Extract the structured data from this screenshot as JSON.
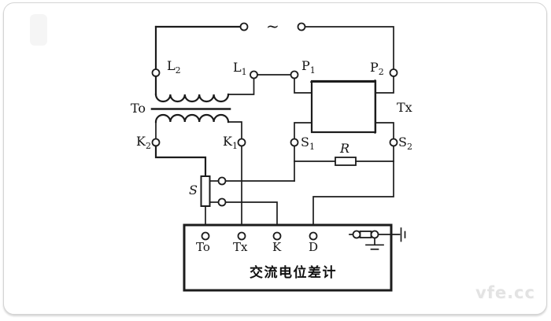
{
  "ac_source": {
    "symbol": "~"
  },
  "labels": {
    "l2": {
      "main": "L",
      "sub": "2"
    },
    "l1": {
      "main": "L",
      "sub": "1"
    },
    "p1": {
      "main": "P",
      "sub": "1"
    },
    "p2": {
      "main": "P",
      "sub": "2"
    },
    "to": {
      "main": "To",
      "sub": ""
    },
    "k2": {
      "main": "K",
      "sub": "2"
    },
    "k1": {
      "main": "K",
      "sub": "1"
    },
    "s1": {
      "main": "S",
      "sub": "1"
    },
    "s2": {
      "main": "S",
      "sub": "2"
    },
    "tx": {
      "main": "Tx",
      "sub": ""
    },
    "r": {
      "main": "R",
      "sub": ""
    },
    "s": {
      "main": "S",
      "sub": ""
    }
  },
  "instrument": {
    "terminals": [
      {
        "label": "To"
      },
      {
        "label": "Tx"
      },
      {
        "label": "K"
      },
      {
        "label": "D"
      }
    ],
    "name": "交流电位差计"
  },
  "watermark": "vfe.cc",
  "colors": {
    "line": "#1c1c1c",
    "card_border": "#d4d4d4",
    "watermark": "#e3e3e3",
    "background": "#ffffff"
  }
}
